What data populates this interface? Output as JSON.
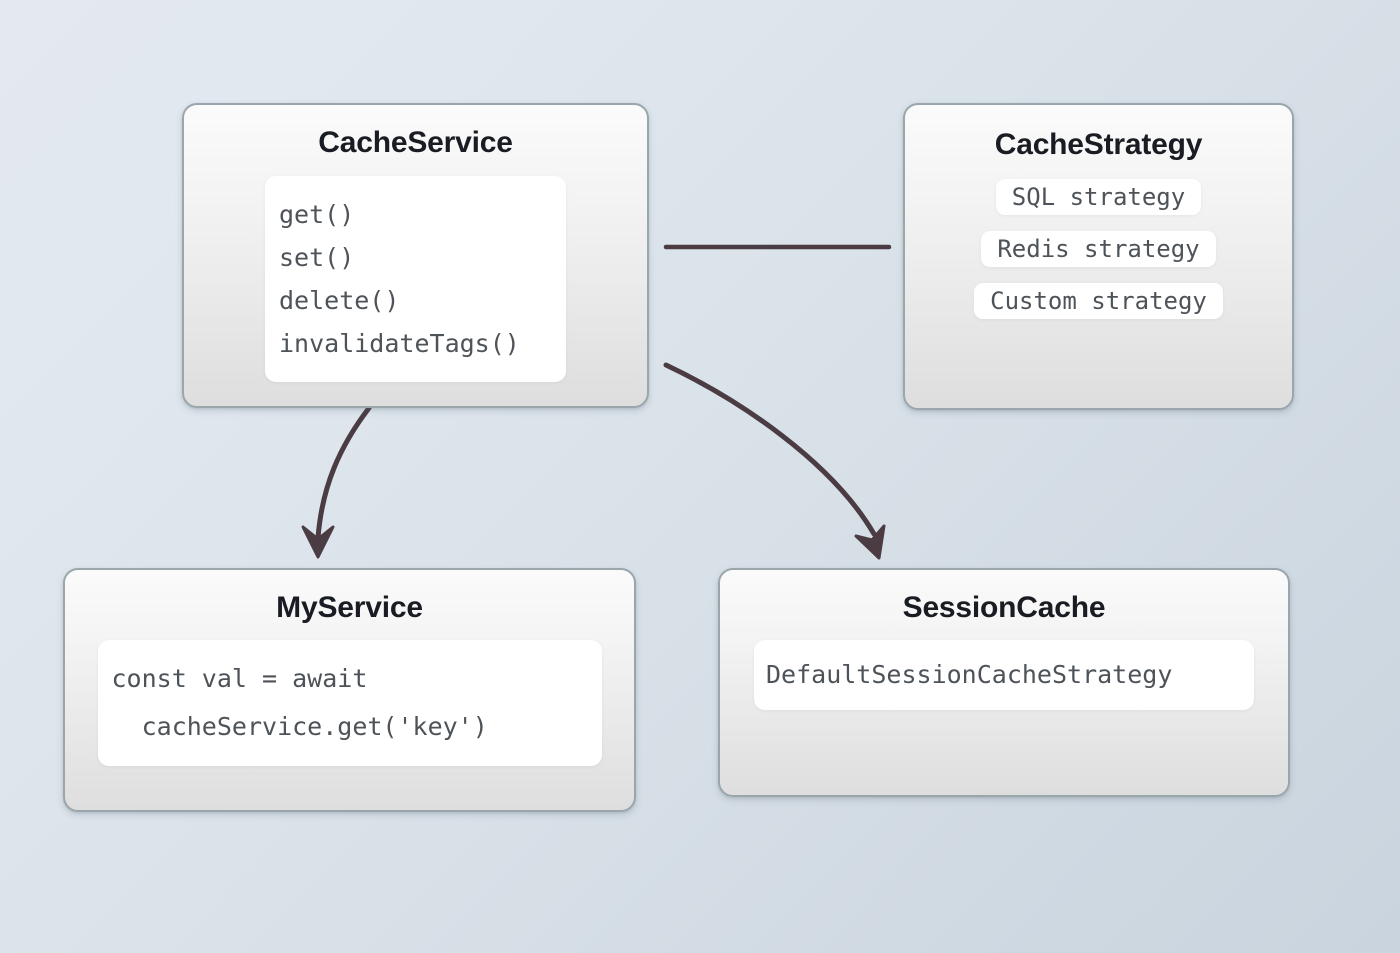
{
  "diagram": {
    "title": "Cache architecture diagram",
    "background": {
      "gradient_from": "#e4e9f1",
      "gradient_to": "#c9d4de"
    },
    "connector_color": "#4a3c42"
  },
  "cards": {
    "cache_service": {
      "title": "CacheService",
      "methods": [
        "get()",
        "set()",
        "delete()",
        "invalidateTags()"
      ]
    },
    "cache_strategy": {
      "title": "CacheStrategy",
      "strategies": [
        "SQL strategy",
        "Redis strategy",
        "Custom strategy"
      ]
    },
    "my_service": {
      "title": "MyService",
      "code_lines": [
        "const val = await",
        "  cacheService.get('key')"
      ]
    },
    "session_cache": {
      "title": "SessionCache",
      "code_lines": [
        "DefaultSessionCacheStrategy"
      ]
    }
  },
  "connectors": [
    {
      "name": "cache-service-to-cache-strategy",
      "kind": "line",
      "from": "CacheService",
      "to": "CacheStrategy"
    },
    {
      "name": "cache-service-to-my-service",
      "kind": "arrow",
      "from": "CacheService",
      "to": "MyService"
    },
    {
      "name": "cache-service-to-session-cache",
      "kind": "arrow",
      "from": "CacheService",
      "to": "SessionCache"
    }
  ]
}
